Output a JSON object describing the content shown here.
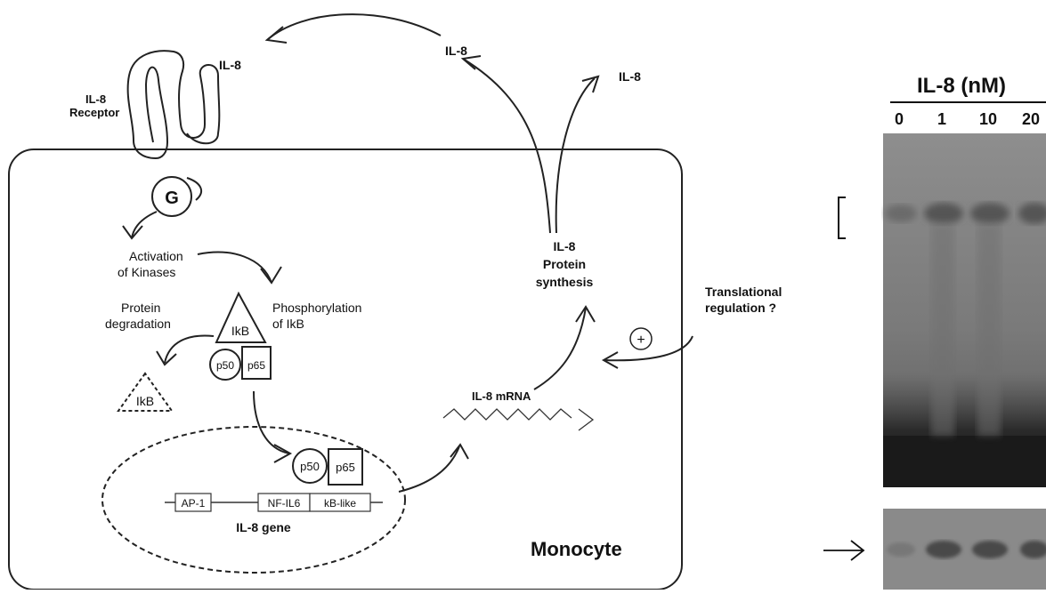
{
  "diagram": {
    "ligand_label": "IL-8",
    "secreted_label_1": "IL-8",
    "secreted_label_2": "IL-8",
    "receptor_label_line1": "IL-8",
    "receptor_label_line2": "Receptor",
    "g_protein": "G",
    "activation_line1": "Activation",
    "activation_line2": "of Kinases",
    "phosphorylation_line1": "Phosphorylation",
    "phosphorylation_line2": "of IkB",
    "degradation_line1": "Protein",
    "degradation_line2": "degradation",
    "ikb": "IkB",
    "ikb_degraded": "IkB",
    "p50": "p50",
    "p65": "p65",
    "p50_nuclear": "p50",
    "p65_nuclear": "p65",
    "promoter_ap1": "AP-1",
    "promoter_nfil6": "NF-IL6",
    "promoter_kb": "kB-like",
    "gene_label": "IL-8 gene",
    "mrna_label": "IL-8 mRNA",
    "synthesis_line1": "IL-8",
    "synthesis_line2": "Protein",
    "synthesis_line3": "synthesis",
    "translational_line1": "Translational",
    "translational_line2": "regulation ?",
    "plus_sign": "+",
    "cell_label": "Monocyte"
  },
  "gel": {
    "header": "IL-8 (nM)",
    "lanes": [
      "0",
      "1",
      "10",
      "20"
    ]
  }
}
